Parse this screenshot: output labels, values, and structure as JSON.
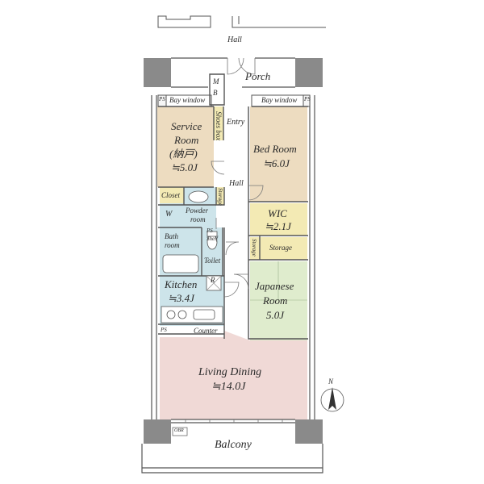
{
  "labels": {
    "hall_top": "Hall",
    "porch": "Porch",
    "mb_m": "M",
    "mb_b": "B",
    "bay_window_left": "Bay window",
    "bay_window_right": "Bay window",
    "ps_left": "PS",
    "ps_right": "PS",
    "shoes_box": "Shoes box",
    "entry": "Entry",
    "service_room": "Service",
    "service_room_2": "Room",
    "service_room_jp": "(納戸)",
    "service_room_size": "≒5.0J",
    "bed_room": "Bed Room",
    "bed_room_size": "≒6.0J",
    "closet": "Closet",
    "storage_small": "Storage",
    "hall_inner": "Hall",
    "w": "W",
    "powder_room": "Powder",
    "powder_room_2": "room",
    "wic": "WIC",
    "wic_size": "≒2.1J",
    "bath_room": "Bath",
    "bath_room_2": "room",
    "ps_bath": "PS",
    "shelf": "Shelf",
    "toilet": "Toilet",
    "storage_vertical": "Storage",
    "storage_right": "Storage",
    "kitchen": "Kitchen",
    "kitchen_size": "≒3.4J",
    "r": "R",
    "japanese_room": "Japanese",
    "japanese_room_2": "Room",
    "japanese_room_size": "5.0J",
    "ps_counter": "PS",
    "counter": "Counter",
    "living_dining": "Living Dining",
    "living_dining_size": "≒14.0J",
    "north": "N",
    "balcony": "Balcony",
    "ac_unit": "OBR"
  },
  "colors": {
    "service_room": "#eddcc0",
    "bed_room": "#eddcc0",
    "wet_area": "#cde4ea",
    "wic": "#f3eab4",
    "japanese_room": "#dfeccd",
    "living_dining": "#f0d9d6",
    "hall_floor": "#ffffff",
    "wall": "#7a7a7a",
    "column": "#8a8a8a",
    "outline": "#4a4a4a"
  }
}
